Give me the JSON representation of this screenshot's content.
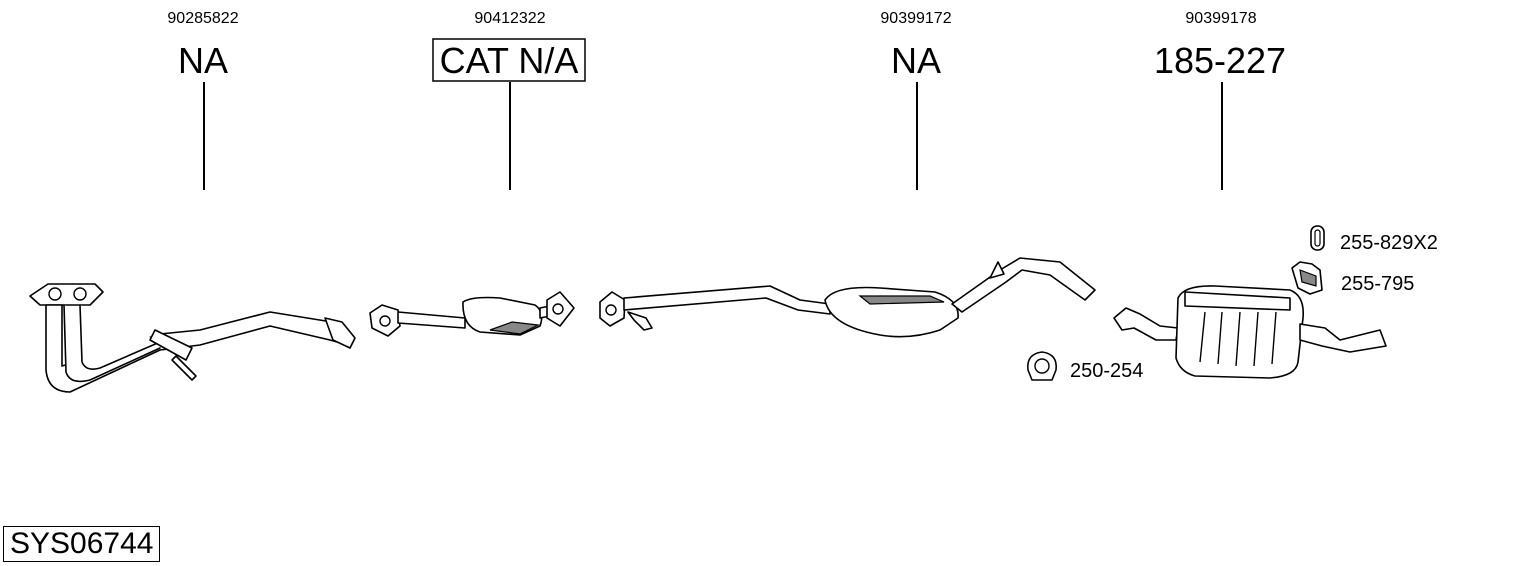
{
  "components": [
    {
      "oem": "90285822",
      "code": "NA",
      "boxed": false
    },
    {
      "oem": "90412322",
      "code": "CAT N/A",
      "boxed": true
    },
    {
      "oem": "90399172",
      "code": "NA",
      "boxed": false
    },
    {
      "oem": "90399178",
      "code": "185-227",
      "boxed": false
    }
  ],
  "accessories": [
    {
      "code": "255-829X2",
      "icon": "rubber-hanger-icon"
    },
    {
      "code": "255-795",
      "icon": "mounting-bracket-icon"
    },
    {
      "code": "250-254",
      "icon": "pipe-clamp-icon"
    }
  ],
  "system_id": "SYS06744"
}
